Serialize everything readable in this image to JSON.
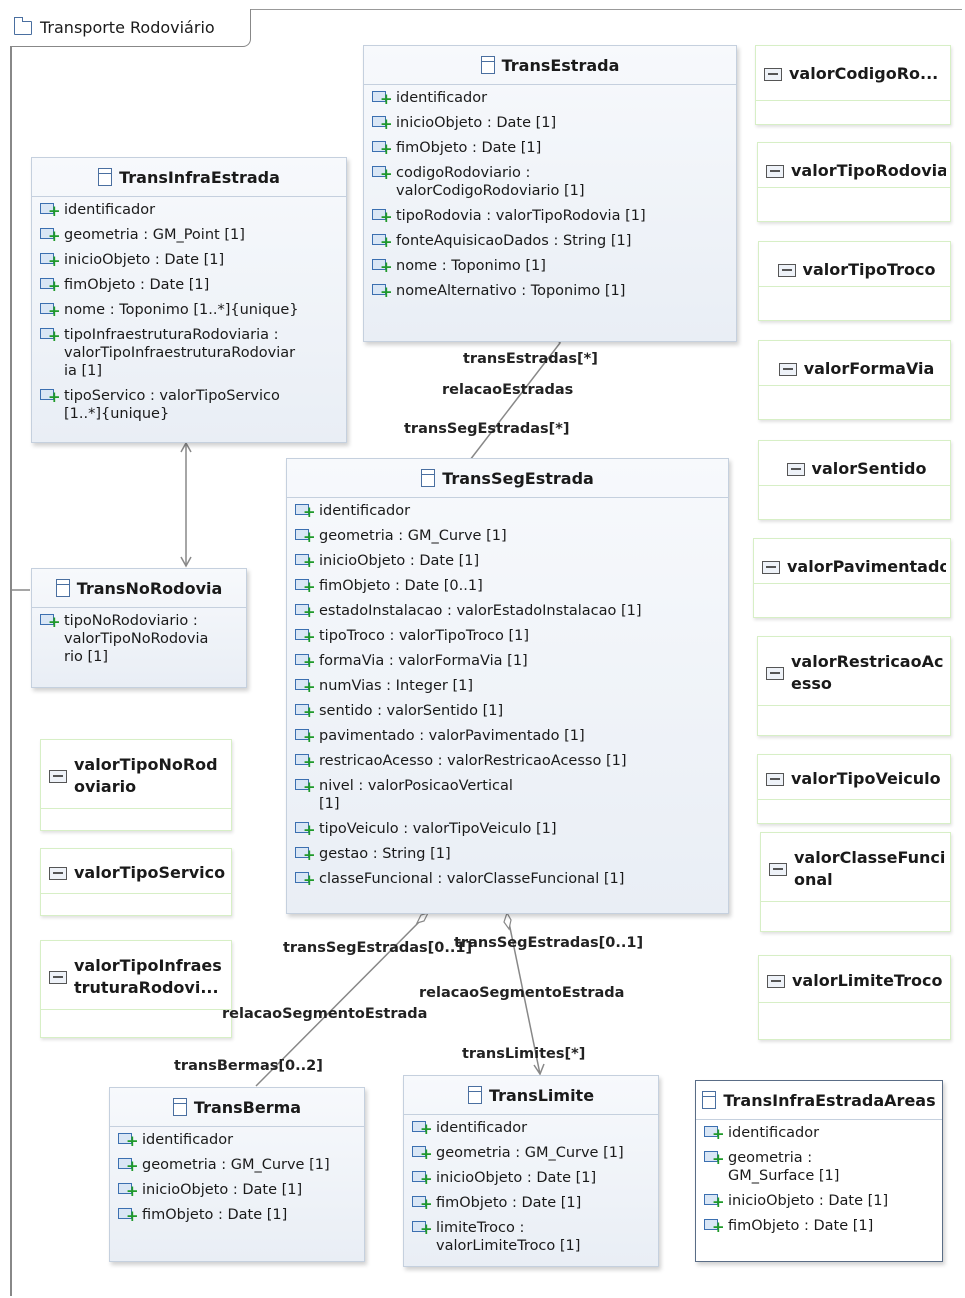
{
  "package": {
    "title": "Transporte Rodoviário"
  },
  "classes": {
    "trans_estrada": {
      "name": "TransEstrada",
      "attributes": [
        "identificador",
        "inicioObjeto : Date [1]",
        "fimObjeto : Date [1]",
        "codigoRodoviario :\nvalorCodigoRodoviario [1]",
        "tipoRodovia : valorTipoRodovia [1]",
        "fonteAquisicaoDados : String [1]",
        "nome : Toponimo [1]",
        "nomeAlternativo : Toponimo [1]"
      ]
    },
    "trans_infra_estrada": {
      "name": "TransInfraEstrada",
      "attributes": [
        "identificador",
        "geometria : GM_Point [1]",
        "inicioObjeto : Date [1]",
        "fimObjeto : Date [1]",
        "nome : Toponimo [1..*]{unique}",
        "tipoInfraestruturaRodoviaria :\nvalorTipoInfraestruturaRodoviar\nia [1]",
        "tipoServico : valorTipoServico\n[1..*]{unique}"
      ]
    },
    "trans_no_rodovia": {
      "name": "TransNoRodovia",
      "attributes": [
        "tipoNoRodoviario :\nvalorTipoNoRodovia\nrio [1]"
      ]
    },
    "trans_seg_estrada": {
      "name": "TransSegEstrada",
      "attributes": [
        "identificador",
        "geometria : GM_Curve [1]",
        "inicioObjeto : Date [1]",
        "fimObjeto : Date [0..1]",
        "estadoInstalacao : valorEstadoInstalacao [1]",
        "tipoTroco : valorTipoTroco [1]",
        "formaVia : valorFormaVia [1]",
        "numVias : Integer [1]",
        "sentido : valorSentido [1]",
        "pavimentado : valorPavimentado [1]",
        "restricaoAcesso : valorRestricaoAcesso [1]",
        "nivel : valorPosicaoVertical\n [1]",
        "tipoVeiculo : valorTipoVeiculo [1]",
        "gestao : String [1]",
        "classeFuncional : valorClasseFuncional [1]"
      ]
    },
    "trans_berma": {
      "name": "TransBerma",
      "attributes": [
        "identificador",
        "geometria : GM_Curve [1]",
        "inicioObjeto : Date [1]",
        "fimObjeto : Date [1]"
      ]
    },
    "trans_limite": {
      "name": "TransLimite",
      "attributes": [
        "identificador",
        "geometria : GM_Curve [1]",
        "inicioObjeto : Date [1]",
        "fimObjeto : Date [1]",
        "limiteTroco :\nvalorLimiteTroco [1]"
      ]
    },
    "trans_infra_estrada_areas": {
      "name": "TransInfraEstradaAreas",
      "attributes": [
        "identificador",
        "geometria :\nGM_Surface [1]",
        "inicioObjeto : Date [1]",
        "fimObjeto : Date [1]"
      ]
    }
  },
  "enumerations": {
    "valor_codigo_ro": "valorCodigoRo...",
    "valor_tipo_rodovia": "valorTipoRodovia",
    "valor_tipo_troco": "valorTipoTroco",
    "valor_forma_via": "valorFormaVia",
    "valor_sentido": "valorSentido",
    "valor_pavimentado": "valorPavimentado",
    "valor_restricao_acesso": "valorRestricaoAc\nesso",
    "valor_tipo_veiculo": "valorTipoVeiculo",
    "valor_classe_funcional": "valorClasseFunci\nonal",
    "valor_limite_troco": "valorLimiteTroco",
    "valor_tipo_no_rodoviario": "valorTipoNoRod\noviario",
    "valor_tipo_servico": "valorTipoServico",
    "valor_tipo_infraestrutura": "valorTipoInfraes\ntruturaRodovi..."
  },
  "associations": {
    "estradas": {
      "end_a": "transEstradas[*]",
      "name": "relacaoEstradas",
      "end_b": "transSegEstradas[*]"
    },
    "segmento_berma": {
      "end_a": "transSegEstradas[0..1]",
      "name": "relacaoSegmentoEstrada",
      "end_b": "transBermas[0..2]"
    },
    "segmento_limite": {
      "end_a": "transSegEstradas[0..1]",
      "name": "relacaoSegmentoEstrada",
      "end_b": "transLimites[*]"
    }
  }
}
